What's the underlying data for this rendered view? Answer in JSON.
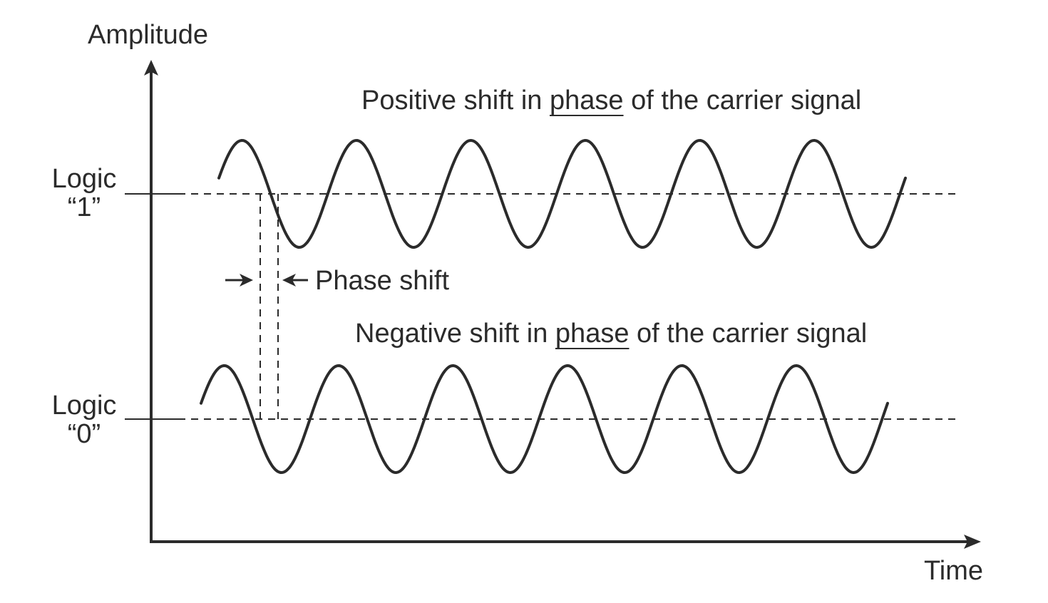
{
  "axes": {
    "y_label": "Amplitude",
    "x_label": "Time"
  },
  "levels": {
    "logic_1": {
      "label_line1": "Logic",
      "label_line2": "“1”"
    },
    "logic_0": {
      "label_line1": "Logic",
      "label_line2": "“0”"
    }
  },
  "signals": {
    "positive": {
      "caption_before": "Positive shift in ",
      "caption_underlined": "phase",
      "caption_after": " of the carrier signal",
      "cycles": 6
    },
    "negative": {
      "caption_before": "Negative shift in ",
      "caption_underlined": "phase",
      "caption_after": " of the carrier signal",
      "cycles": 6
    }
  },
  "phase_shift": {
    "label": "Phase shift"
  },
  "colors": {
    "ink": "#2b2b2b",
    "background": "#ffffff"
  }
}
